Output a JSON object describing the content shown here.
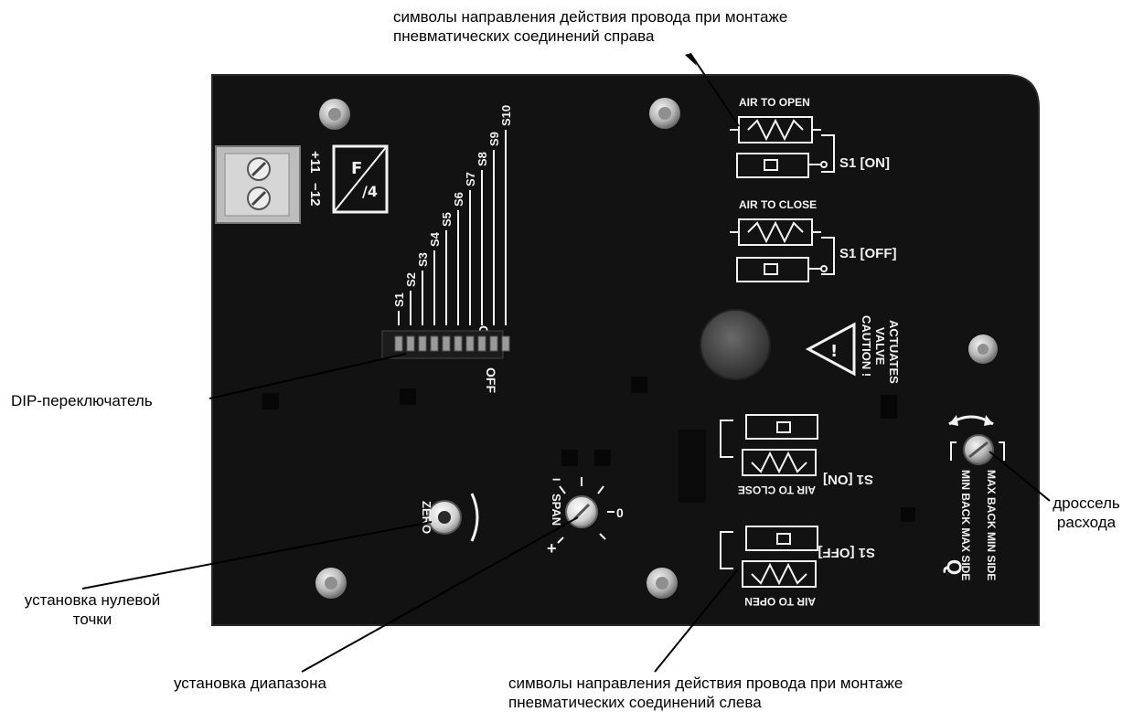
{
  "callouts": {
    "right_connections": {
      "line1": "символы направления действия провода при монтаже",
      "line2": "пневматических соединений справа"
    },
    "dip_switch": "DIP-переключатель",
    "zero_point": {
      "line1": "установка нулевой",
      "line2": "точки"
    },
    "span_setting": "установка диапазона",
    "left_connections": {
      "line1": "символы направления действия провода при монтаже",
      "line2": "пневматических соединений слева"
    },
    "throttle": {
      "line1": "дроссель",
      "line2": "расхода"
    }
  },
  "panel": {
    "terminal_plus": "+11",
    "terminal_minus": "−12",
    "switch_labels": [
      "S1",
      "S2",
      "S3",
      "S4",
      "S5",
      "S6",
      "S7",
      "S8",
      "S9",
      "S10"
    ],
    "switch_on": "ON",
    "switch_off": "OFF",
    "air_to_open": "AIR TO OPEN",
    "air_to_close": "AIR TO CLOSE",
    "s1_on": "S1 [ON]",
    "s1_off": "S1 [OFF]",
    "caution_line1": "CAUTION !",
    "caution_line2": "VALVE",
    "caution_line3": "ACTUATES",
    "zero": "ZERO",
    "span": "SPAN",
    "span_zero": "0",
    "span_plus": "+",
    "span_minus": "−",
    "max_back_min_side": "MAX BACK MIN SIDE",
    "min_back_max_side": "MIN BACK MAX SIDE",
    "q_mark": "Q"
  },
  "colors": {
    "panel": "#121212",
    "panel_edge": "#2a2a2a",
    "print": "#f2f2f2",
    "screw": "#cfcfcf",
    "leader": "#000000"
  }
}
